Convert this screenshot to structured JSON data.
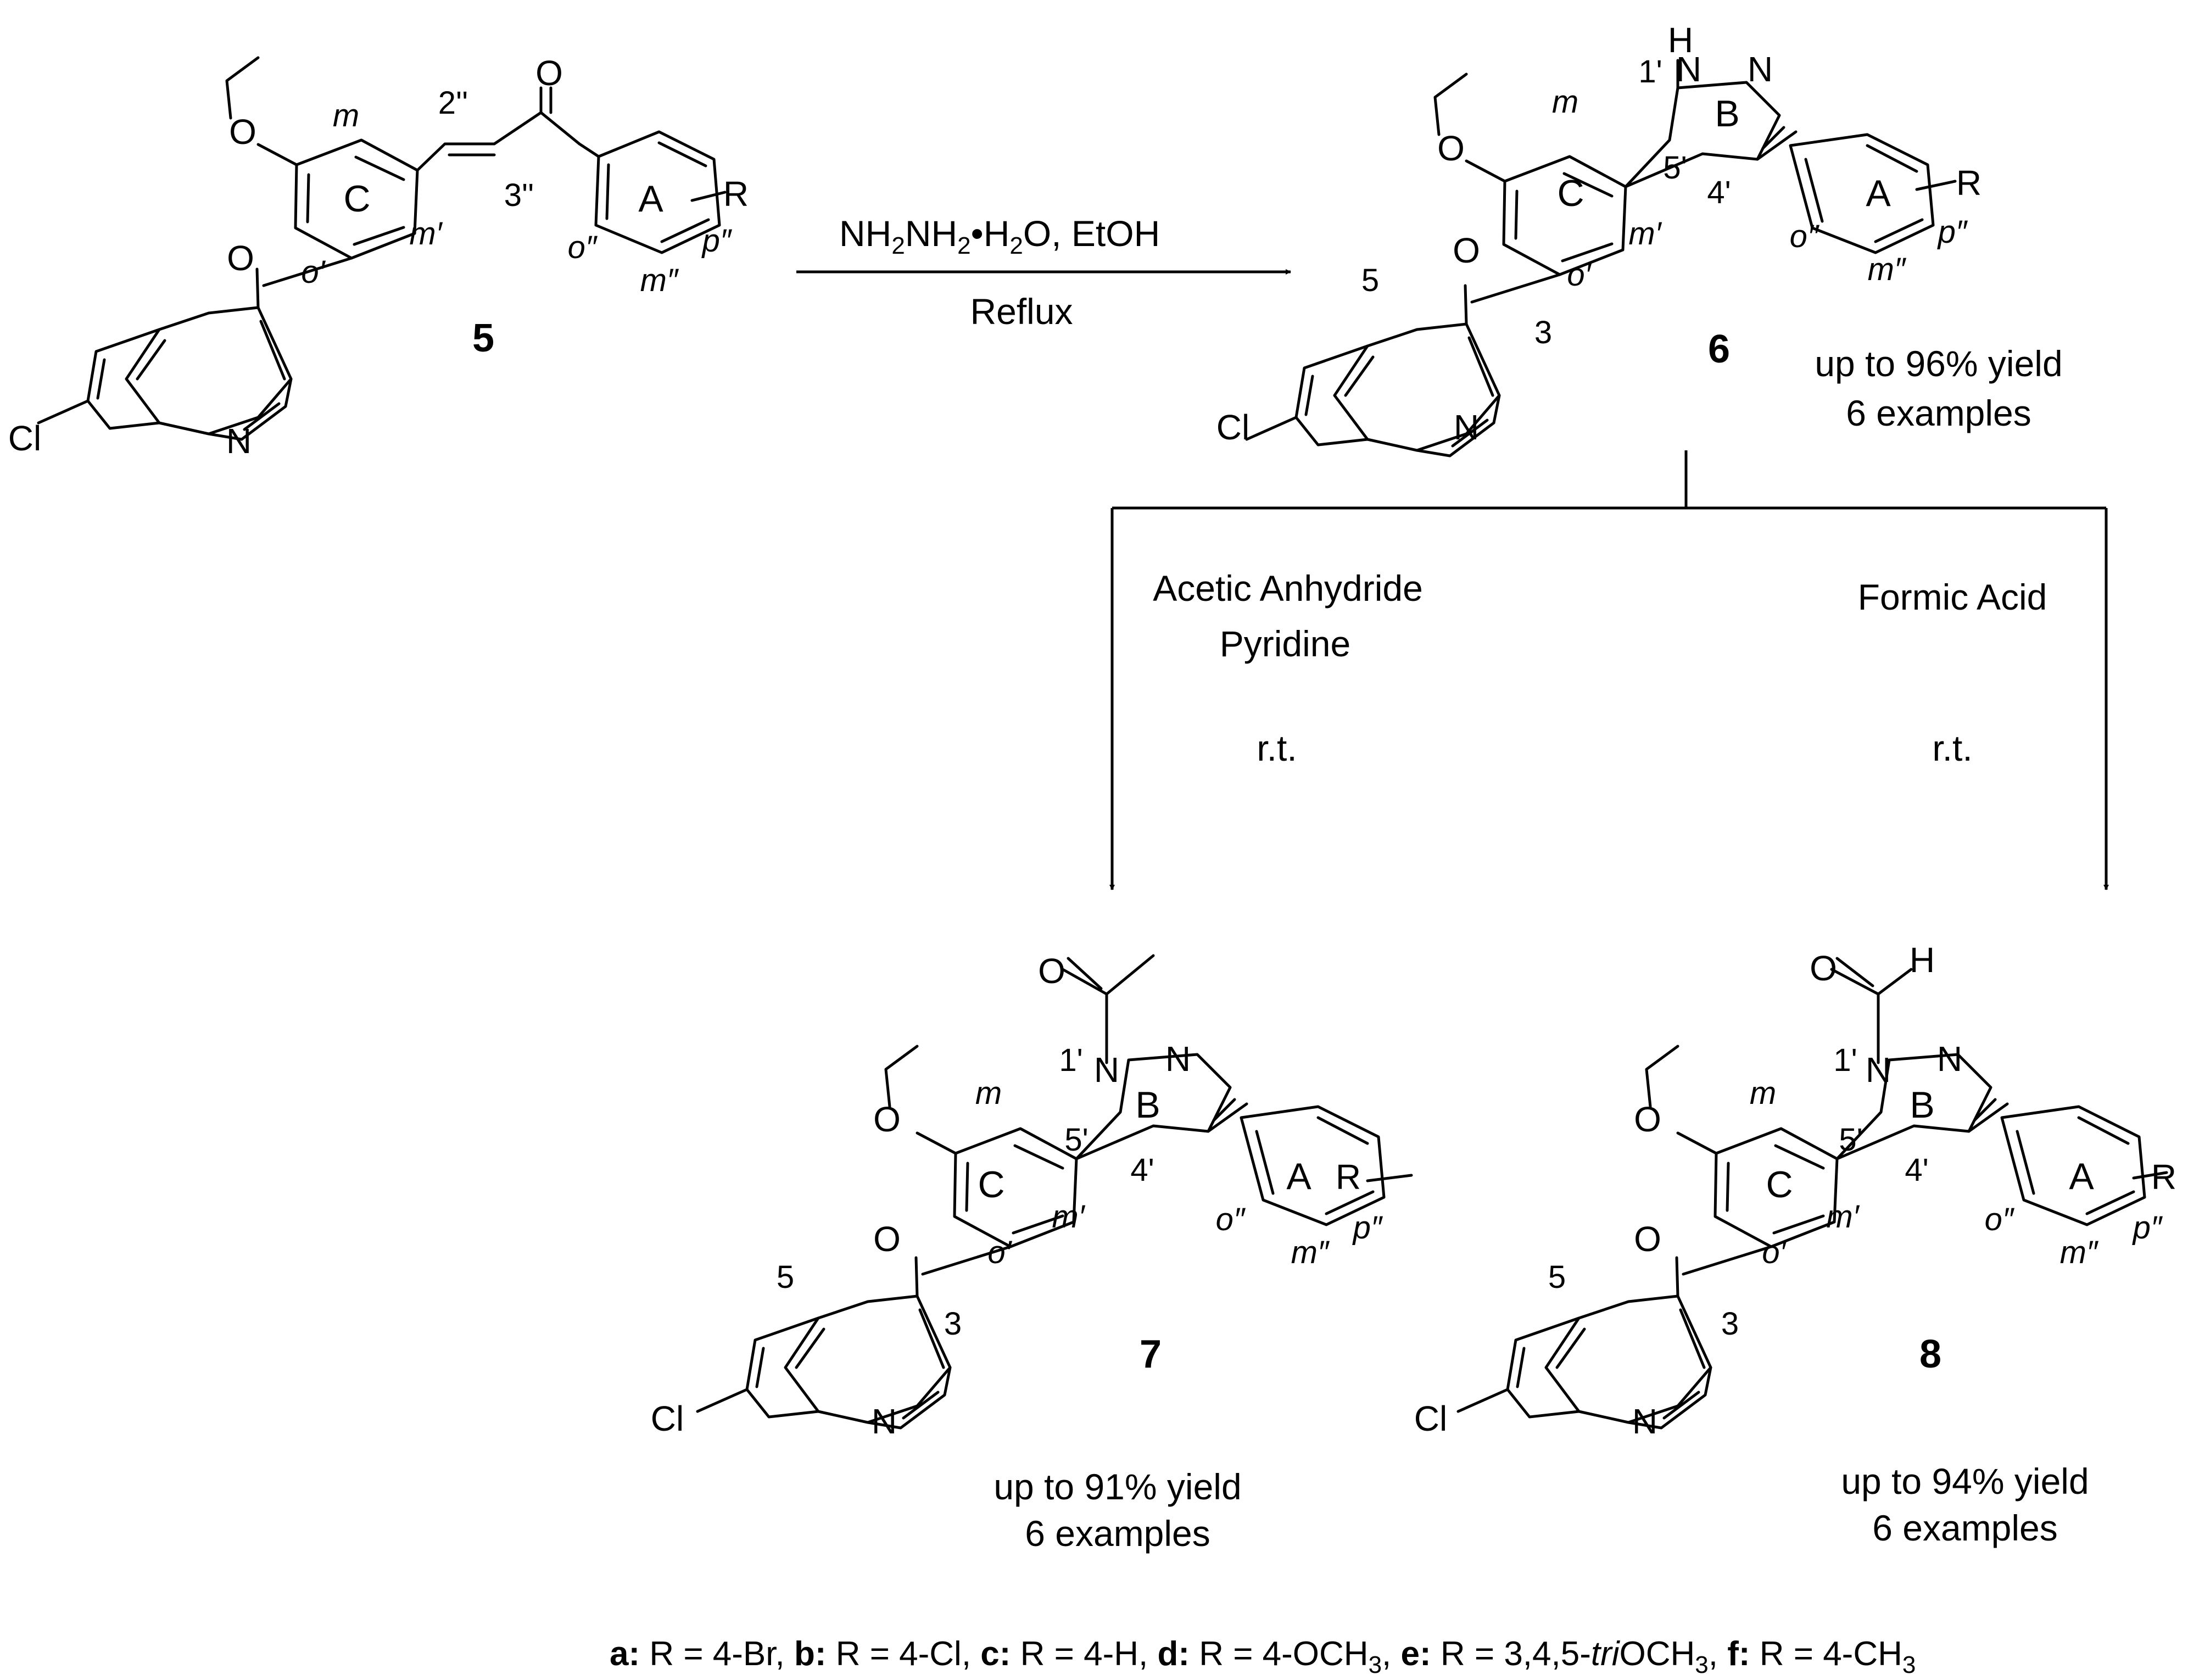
{
  "reaction_arrow_1": {
    "reagent_parts": [
      "NH",
      "2",
      "NH",
      "2",
      "•H",
      "2",
      "O, EtOH"
    ],
    "condition": "Reflux"
  },
  "branch_left": {
    "reagent_1": "Acetic Anhydride",
    "reagent_2": "Pyridine",
    "condition": "r.t."
  },
  "branch_right": {
    "reagent_1": "Formic Acid",
    "condition": "r.t."
  },
  "compounds": {
    "c5": {
      "number": "5",
      "atoms": {
        "o_methoxy": "O",
        "o_ether": "O",
        "o_carbonyl": "O",
        "n": "N",
        "cl": "Cl",
        "r": "R"
      },
      "rings": {
        "a": "A",
        "c": "C"
      },
      "positions": {
        "m": "m",
        "m_prime": "m′",
        "o_prime": "o′",
        "two_pp": "2''",
        "three_pp": "3''",
        "o_pp": "o″",
        "p_pp": "p″",
        "m_pp": "m″"
      }
    },
    "c6": {
      "number": "6",
      "yield": "up to 96% yield",
      "examples": "6 examples",
      "atoms": {
        "h": "H",
        "n1": "N",
        "n2": "N",
        "o_methoxy": "O",
        "o_ether": "O",
        "n_quin": "N",
        "cl": "Cl",
        "r": "R"
      },
      "rings": {
        "a": "A",
        "b": "B",
        "c": "C"
      },
      "positions": {
        "one_p": "1'",
        "four_p": "4'",
        "five_p": "5'",
        "five": "5",
        "three": "3",
        "m": "m",
        "m_prime": "m′",
        "o_prime": "o′",
        "o_pp": "o″",
        "p_pp": "p″",
        "m_pp": "m″"
      }
    },
    "c7": {
      "number": "7",
      "yield": "up to 91% yield",
      "examples": "6 examples",
      "atoms": {
        "o_acyl": "O",
        "n1": "N",
        "n2": "N",
        "o_methoxy": "O",
        "o_ether": "O",
        "n_quin": "N",
        "cl": "Cl",
        "r": "R"
      },
      "rings": {
        "a": "A",
        "b": "B",
        "c": "C"
      },
      "positions": {
        "one_p": "1'",
        "four_p": "4'",
        "five_p": "5'",
        "five": "5",
        "three": "3",
        "m": "m",
        "m_prime": "m′",
        "o_prime": "o′",
        "o_pp": "o″",
        "p_pp": "p″",
        "m_pp": "m″"
      }
    },
    "c8": {
      "number": "8",
      "yield": "up to 94% yield",
      "examples": "6 examples",
      "atoms": {
        "o_formyl": "O",
        "h_formyl": "H",
        "n1": "N",
        "n2": "N",
        "o_methoxy": "O",
        "o_ether": "O",
        "n_quin": "N",
        "cl": "Cl",
        "r": "R"
      },
      "rings": {
        "a": "A",
        "b": "B",
        "c": "C"
      },
      "positions": {
        "one_p": "1'",
        "four_p": "4'",
        "five_p": "5'",
        "five": "5",
        "three": "3",
        "m": "m",
        "m_prime": "m′",
        "o_prime": "o′",
        "o_pp": "o″",
        "p_pp": "p″",
        "m_pp": "m″"
      }
    }
  },
  "substituents": [
    {
      "key": "a:",
      "parts": [
        " R = 4-Br,"
      ]
    },
    {
      "key": "b:",
      "parts": [
        " R = 4-Cl,"
      ]
    },
    {
      "key": "c:",
      "parts": [
        " R = 4-H,"
      ]
    },
    {
      "key": "d:",
      "parts": [
        " R = 4-OCH",
        "3",
        ","
      ]
    },
    {
      "key": "e:",
      "parts": [
        " R = 3,4,5-",
        "tri",
        "OCH",
        "3",
        ","
      ]
    },
    {
      "key": "f:",
      "parts": [
        " R = 4-CH",
        "3"
      ]
    }
  ]
}
